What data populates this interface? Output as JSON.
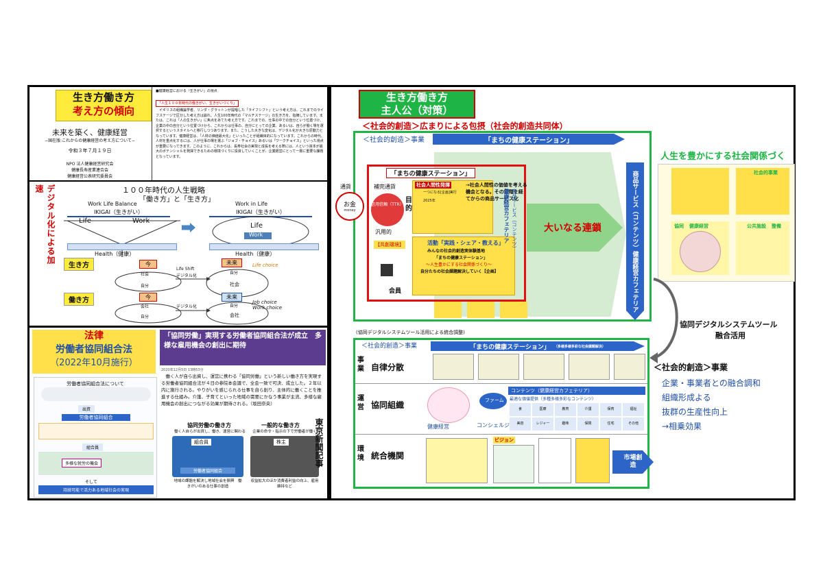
{
  "top_left": {
    "title1": "生き方働き方",
    "title2": "考え方の傾向",
    "doc_title": "未来を築く、健康経営",
    "doc_subtitle": "−国在版:これからの健康経営の考え方について−",
    "doc_date": "令和３年７月１９日",
    "org1": "NPO 法人健康経営研究会",
    "org2": "健康長寿産業連合会",
    "org3": "健康経営公表研究委員会",
    "right_header": "■健康経営における「生きがい」の視点",
    "right_quote": "「人生１００年時代の働きがい、生きがいづくり」",
    "right_body": "イギリスの組織論学者、リンダ・グラットンが提唱した「ライフシフト」という考え方は、これまでのライフステージで区分した考え方は崩れ、人生100年時代の「マルチステージ」の生き方を、指摘しています。または、これは「人の生きがい」に焦点をあてた考え方です。これまでの、仕事の中での自分という位置づけ、企業の中の自分という位置づけから、これからは仕事の、自分にとっての企業、あるいは、自らが働く場を選択するというスタイルへと移行しつつあります。また、こうした大きな変化は、デジタル化が大きな原動力となっています。健康経営は、「人材の価値最大化」といったことが組織目的になっています。これからの時代、人材を重点化するには、人が仕事の場を選ぶ「ジョブ・チョイス」あるいは「ワークチョイス」といった視点が重要になってきます。このように、これからは、長寿社会の実現と成長を考える際には、人という資本が最大のポテンシャルを発揮できるための環境づくりに投資していくことが、企業経営にとって一層に重要な課題となっています。",
    "vertical_label": "デジタル化による加速",
    "strategy_title": "１００年時代の人生戦略",
    "strategy_sub": "「働き方」と「生き方」",
    "wlb": "Work Life Balance",
    "wil": "Work in Life",
    "ikigai": "IKIGAI（生きがい）",
    "life": "Life",
    "work": "Work",
    "health": "Health（健康）",
    "ikikata": "生き方",
    "hatarakikata": "働き方",
    "ima": "今",
    "mirai": "未来",
    "life_shift": "Life Shift",
    "digital": "デジタル化",
    "life_choice": "Life choice",
    "job_choice": "Job choice",
    "work_choice": "Work choice",
    "shakai": "社会",
    "kaisha": "会社",
    "jibun": "自分"
  },
  "bottom_left": {
    "title1": "法律",
    "title2": "労働者協同組合法",
    "title3": "（2022年10月施行）",
    "law_caption": "労働者協同組合法について",
    "flow1": "出資",
    "flow2": "労働者協同組合",
    "flow3": "組合員",
    "flow4": "多様な就労の機会",
    "flow5": "そして",
    "flow6": "持続可能で活力ある地域社会の実現",
    "news_headline": "「協同労働」実現する労働者協同組合法が成立　多様な雇用機会の創出に期待",
    "news_date": "2020年12月5日 13時53分",
    "news_body": "働く人が自ら出資し、運営に携わる「協同労働」という新しい働き方を実現する労働者協同組合法が４日の参院本会議で、全会一致で可決、成立した。２年以内に施行される。やりがいを感じられる仕事を自ら創り、主体的に働くことを推進する仕組み。介護、子育てといった地域の需要にかなう事業が主流、多様な雇用機会の創出につながる効果が期待される。（坂田奈央）",
    "kyodo_title": "協同労働の働き方",
    "kyodo_sub": "働く人自らが出資し、働き、運営に関わる",
    "ippan_title": "一般的な働き方",
    "ippan_sub": "企業の命令・指示の下で労働者が働く",
    "kumiai": "組合員",
    "kabunushi": "株主",
    "kyodo_result": "地域の課題を解決し地域社会を振興　働きがいのある仕事の創造",
    "ippan_result": "収益拡大のほか消費者利益の向上、雇用維持など",
    "vertical_name": "東京新聞記事"
  },
  "right": {
    "title1": "生き方働き方",
    "title2": "主人公（対策）",
    "heading": "＜社会的創造＞広まりによる包摂（社会的創造共同体）",
    "jigyo": "＜社会的創造＞事業",
    "machi": "「まちの健康ステーション」",
    "tsuka": "通貨",
    "okane": "お金",
    "money": "money",
    "hojo": "補完通貨",
    "shinyo": "信用信頼（TTR）",
    "hanyo": "汎用的",
    "mokuteki": "目的",
    "kyotsu": "【共創環境】",
    "kaiin": "会員",
    "jinkansei": "社会人間性発揮",
    "hitotsu": "一つになる[企画]実行",
    "year": "2025年",
    "social_points": "→社会人間性の価値を考える機会となる。その段階を経てからの商品サービス化",
    "katsudo": "活動「実践・シェア・教える」",
    "katsudo_sub1": "みんなの社会的創造実体験基地",
    "katsudo_sub2": "「まちの健康ステーション」",
    "katsudo_sub3": "〜人生豊かにする社会関係づくり〜",
    "katsudo_sub4": "自分たちの社会課題解決していく【企画】",
    "okina": "大いなる連鎖",
    "kenko_cafe": "健康経営カフェテリア",
    "shohin": "商品サービス（コンテンツ）",
    "shohin2": "商品サービス（コンテンツ）健康経営カフェテリア",
    "right_title": "人生を豊かにする社会関係づくり",
    "mini_labels": [
      "協同",
      "健康経営",
      "公共施設",
      "整備",
      "社会的事業"
    ],
    "tool": "協同デジタルシステムツール",
    "tool2": "融合活用",
    "lower_caption": "(協同デジタルシステムツール活用による統合調整)",
    "lower_jigyo": "＜社会的創造＞事業",
    "lower_machi": "「まちの健康ステーション」",
    "lower_machi_note": "（多様多様多彩な社会課題解決）",
    "row1_side": "事業",
    "row1": "自律分散",
    "row2_side": "運営",
    "row2": "協同組織",
    "row3_side": "環境",
    "row3": "統合機関",
    "kenko_keiei": "健康経営",
    "concierge": "コンシェルジュ",
    "farm": "ファーム",
    "contents": "コンテンツ（健康経営カフェテリア）",
    "contents_sub": "最適な価値提供（多種多様多彩なコンテンツ）",
    "cells": [
      "食",
      "医療",
      "教育",
      "介護",
      "保育",
      "福祉",
      "美容",
      "レジャー",
      "趣味",
      "保険",
      "住宅",
      "その他"
    ],
    "vision": "ビジョン",
    "market": "市場創造",
    "right_jigyo": "＜社会的創造＞事業",
    "right_list": [
      "企業・事業者との融合調和",
      "組織形成よる",
      "抜群の生産性向上",
      "→相乗効果"
    ]
  }
}
